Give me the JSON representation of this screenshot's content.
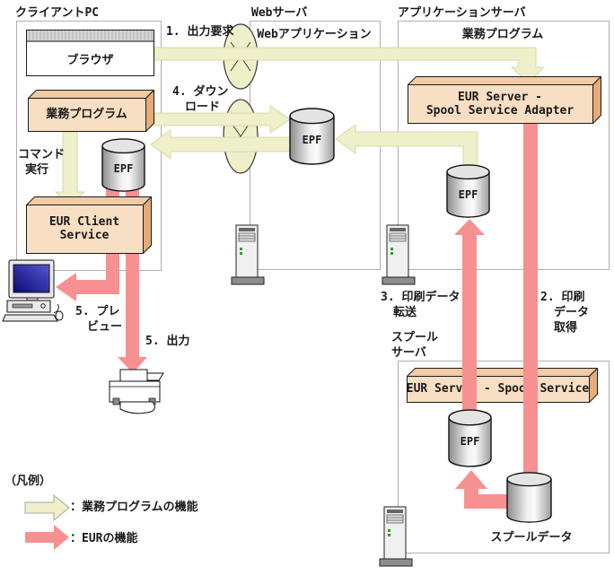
{
  "sections": {
    "client": {
      "title": "クライアントPC"
    },
    "web": {
      "title": "Webサーバ",
      "inner_label": "Webアプリケーション"
    },
    "app": {
      "title": "アプリケーションサーバ",
      "inner_label": "業務プログラム"
    },
    "spool": {
      "title_line1": "スプール",
      "title_line2": "サーバ"
    }
  },
  "nodes": {
    "browser": "ブラウザ",
    "business_program": "業務プログラム",
    "eur_client_service_line1": "EUR Client",
    "eur_client_service_line2": "Service",
    "adapter_line1": "EUR Server -",
    "adapter_line2": "Spool Service Adapter",
    "spool_service": "EUR Server - Spool Service",
    "epf_label": "EPF",
    "spool_data_label": "スプールデータ"
  },
  "flow_labels": {
    "output_request": "1. 出力要求",
    "download_line1": "4. ダウン",
    "download_line2": "ロード",
    "command_line1": "コマンド",
    "command_line2": "実行",
    "preview_line1": "5. プレ",
    "preview_line2": "ビュー",
    "print": "5. 出力",
    "transfer_line1": "3. 印刷データ",
    "transfer_line2": "転送",
    "acquire_line1": "2. 印刷",
    "acquire_line2": "データ",
    "acquire_line3": "取得"
  },
  "legend": {
    "title": "（凡例）",
    "program_function": "：業務プログラムの機能",
    "eur_function": "：EURの機能"
  },
  "colors": {
    "program_flow_arrow": "#efefc9",
    "eur_flow_arrow": "#f79090",
    "component_box_face": "#f8dfc4",
    "component_box_top": "#f0cba4",
    "component_box_side": "#e8aa76"
  }
}
